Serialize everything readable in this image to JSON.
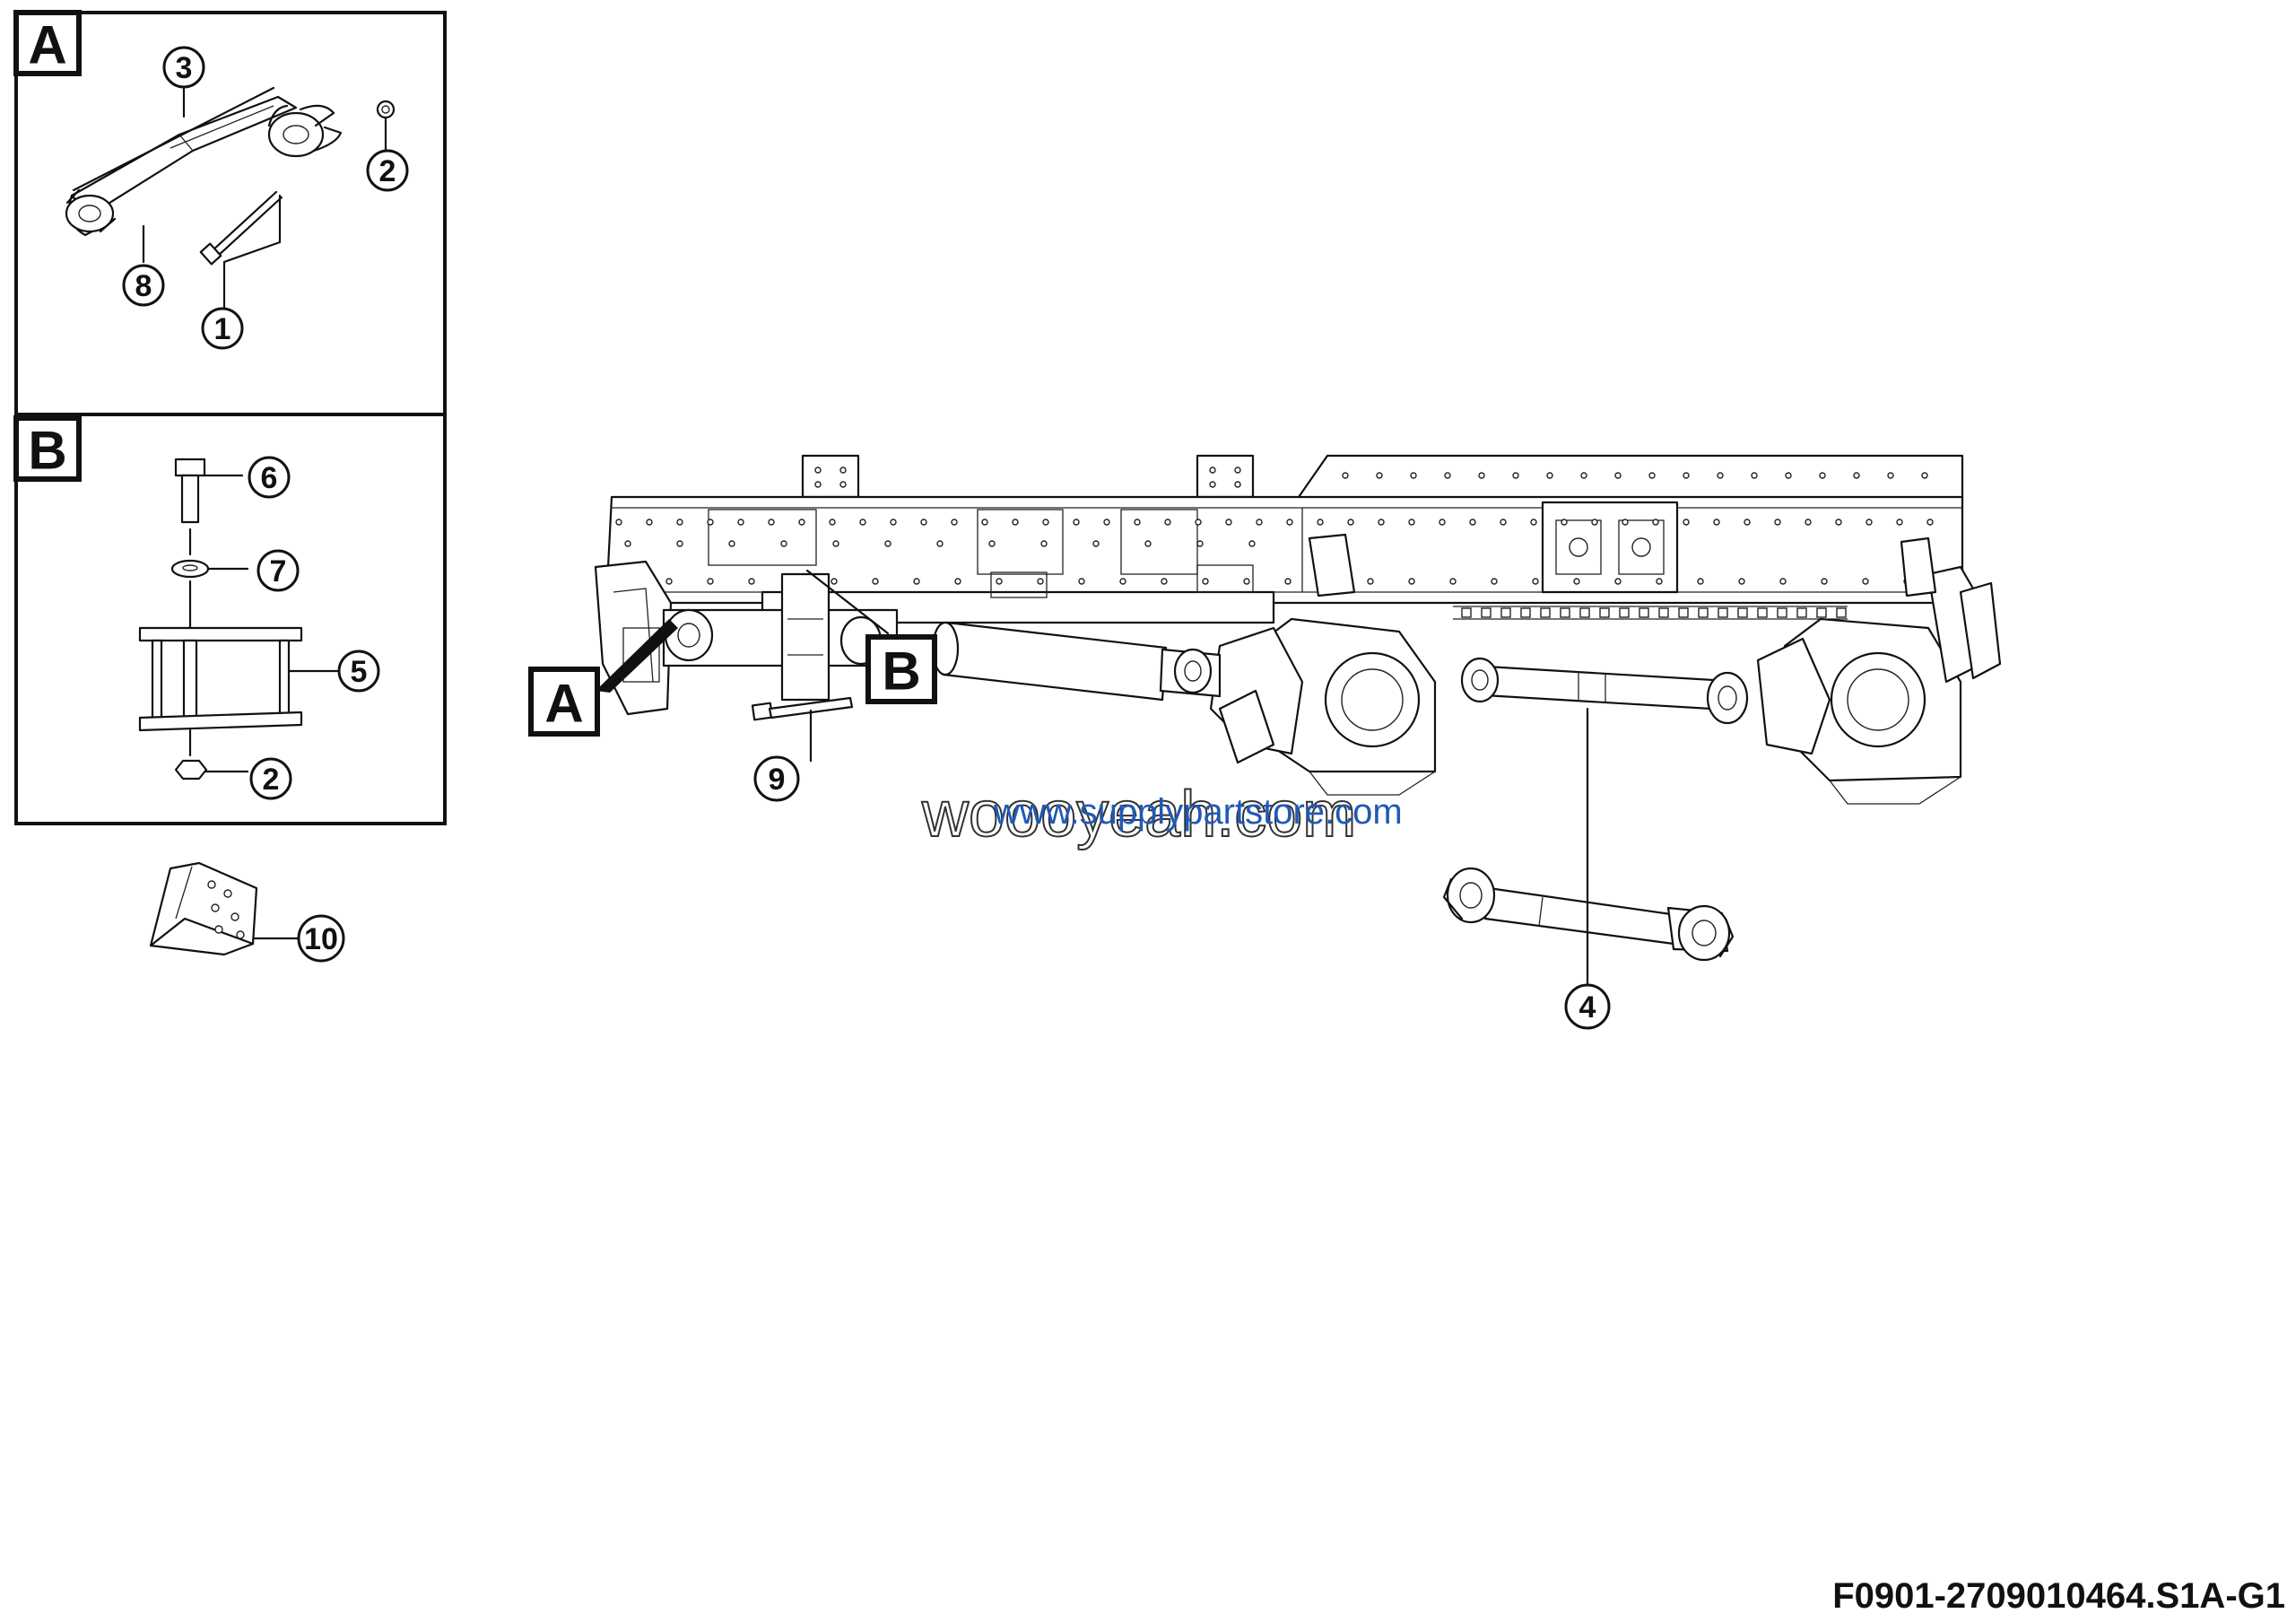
{
  "detail_a": {
    "label": "A"
  },
  "detail_b": {
    "label": "B"
  },
  "main_labels": {
    "a": "A",
    "b": "B"
  },
  "callouts": {
    "c1": "1",
    "c2a": "2",
    "c3": "3",
    "c8": "8",
    "c6": "6",
    "c7": "7",
    "c5": "5",
    "c2b": "2",
    "c10": "10",
    "c9": "9",
    "c4": "4"
  },
  "watermark": {
    "primary": "woooyeah.com",
    "secondary": "www.supplypartstore.com"
  },
  "drawing_code": "F0901-2709010464.S1A-G1"
}
